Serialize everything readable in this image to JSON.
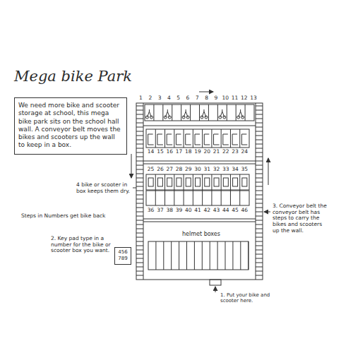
{
  "diagram": {
    "title": "Mega bike Park",
    "nodes": [
      {
        "text": [
          "We need more bike and scooter storage at school, this mega bike park sits on the school hall wall. A conveyor belt moves the bikes and scooters up the wall to keep in a box."
        ]
      },
      {
        "text": [
          "456",
          "789"
        ]
      }
    ],
    "labels": [
      "1",
      "2",
      "3",
      "4",
      "5",
      "6",
      "7",
      "8",
      "9",
      "10",
      "11",
      "12",
      "13",
      "14",
      "15",
      "16",
      "17",
      "18",
      "19",
      "20",
      "21",
      "22",
      "23",
      "24",
      "25",
      "26",
      "27",
      "28",
      "29",
      "30",
      "31",
      "32",
      "33",
      "34",
      "35",
      "36",
      "37",
      "38",
      "39",
      "40",
      "41",
      "42",
      "43",
      "44",
      "45",
      "46",
      "helmet boxes",
      "4 bike or scooter in box keeps them dry.",
      "Steps in Numbers get bike back",
      "2. Key pad type in a number for the bike or scooter box you want.",
      "3. Conveyor belt the conveyor belt has steps to carry the bikes and scooters up the wall.",
      "1. Put your bike and scooter here."
    ]
  }
}
